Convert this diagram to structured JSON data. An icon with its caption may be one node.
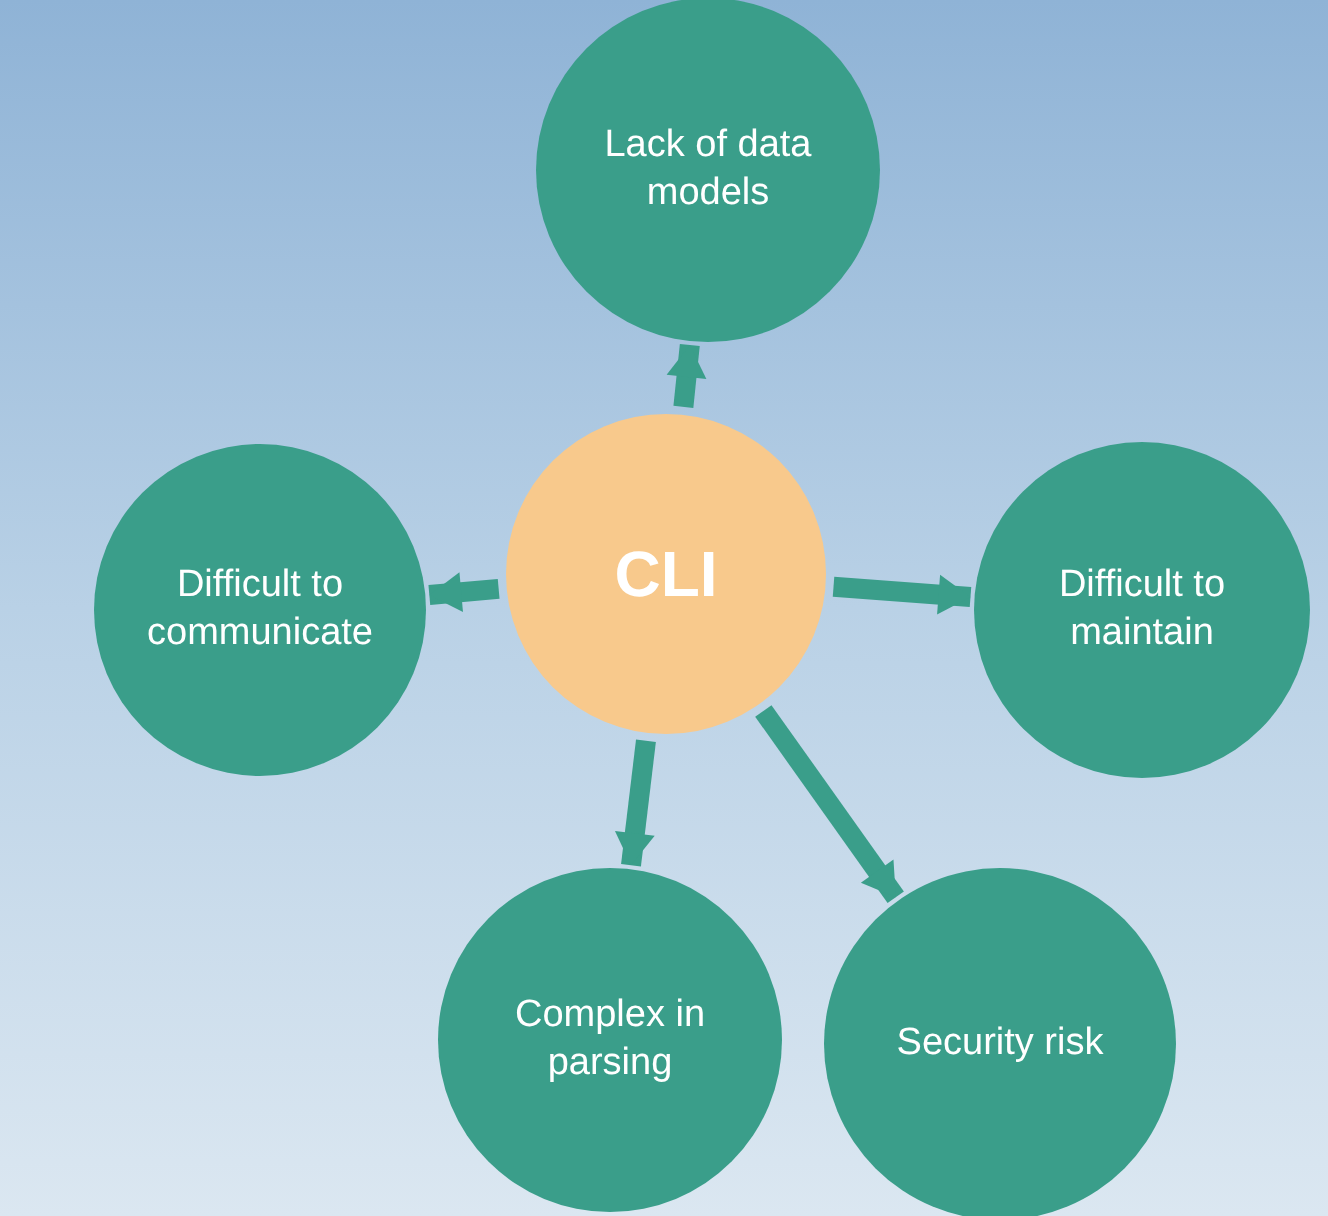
{
  "diagram": {
    "nodes": [
      {
        "text": [
          "Lack of data models"
        ]
      },
      {
        "text": [
          "Difficult to communicate"
        ]
      },
      {
        "text": [
          "CLI"
        ]
      },
      {
        "text": [
          "Difficult to maintain"
        ]
      },
      {
        "text": [
          "Complex in parsing"
        ]
      },
      {
        "text": [
          "Security risk"
        ]
      }
    ],
    "edges": [
      {
        "from": 2,
        "to": 0,
        "arrow": "to"
      },
      {
        "from": 2,
        "to": 1,
        "arrow": "to"
      },
      {
        "from": 2,
        "to": 3,
        "arrow": "to"
      },
      {
        "from": 2,
        "to": 4,
        "arrow": "to"
      },
      {
        "from": 2,
        "to": 5,
        "arrow": "to"
      }
    ]
  }
}
